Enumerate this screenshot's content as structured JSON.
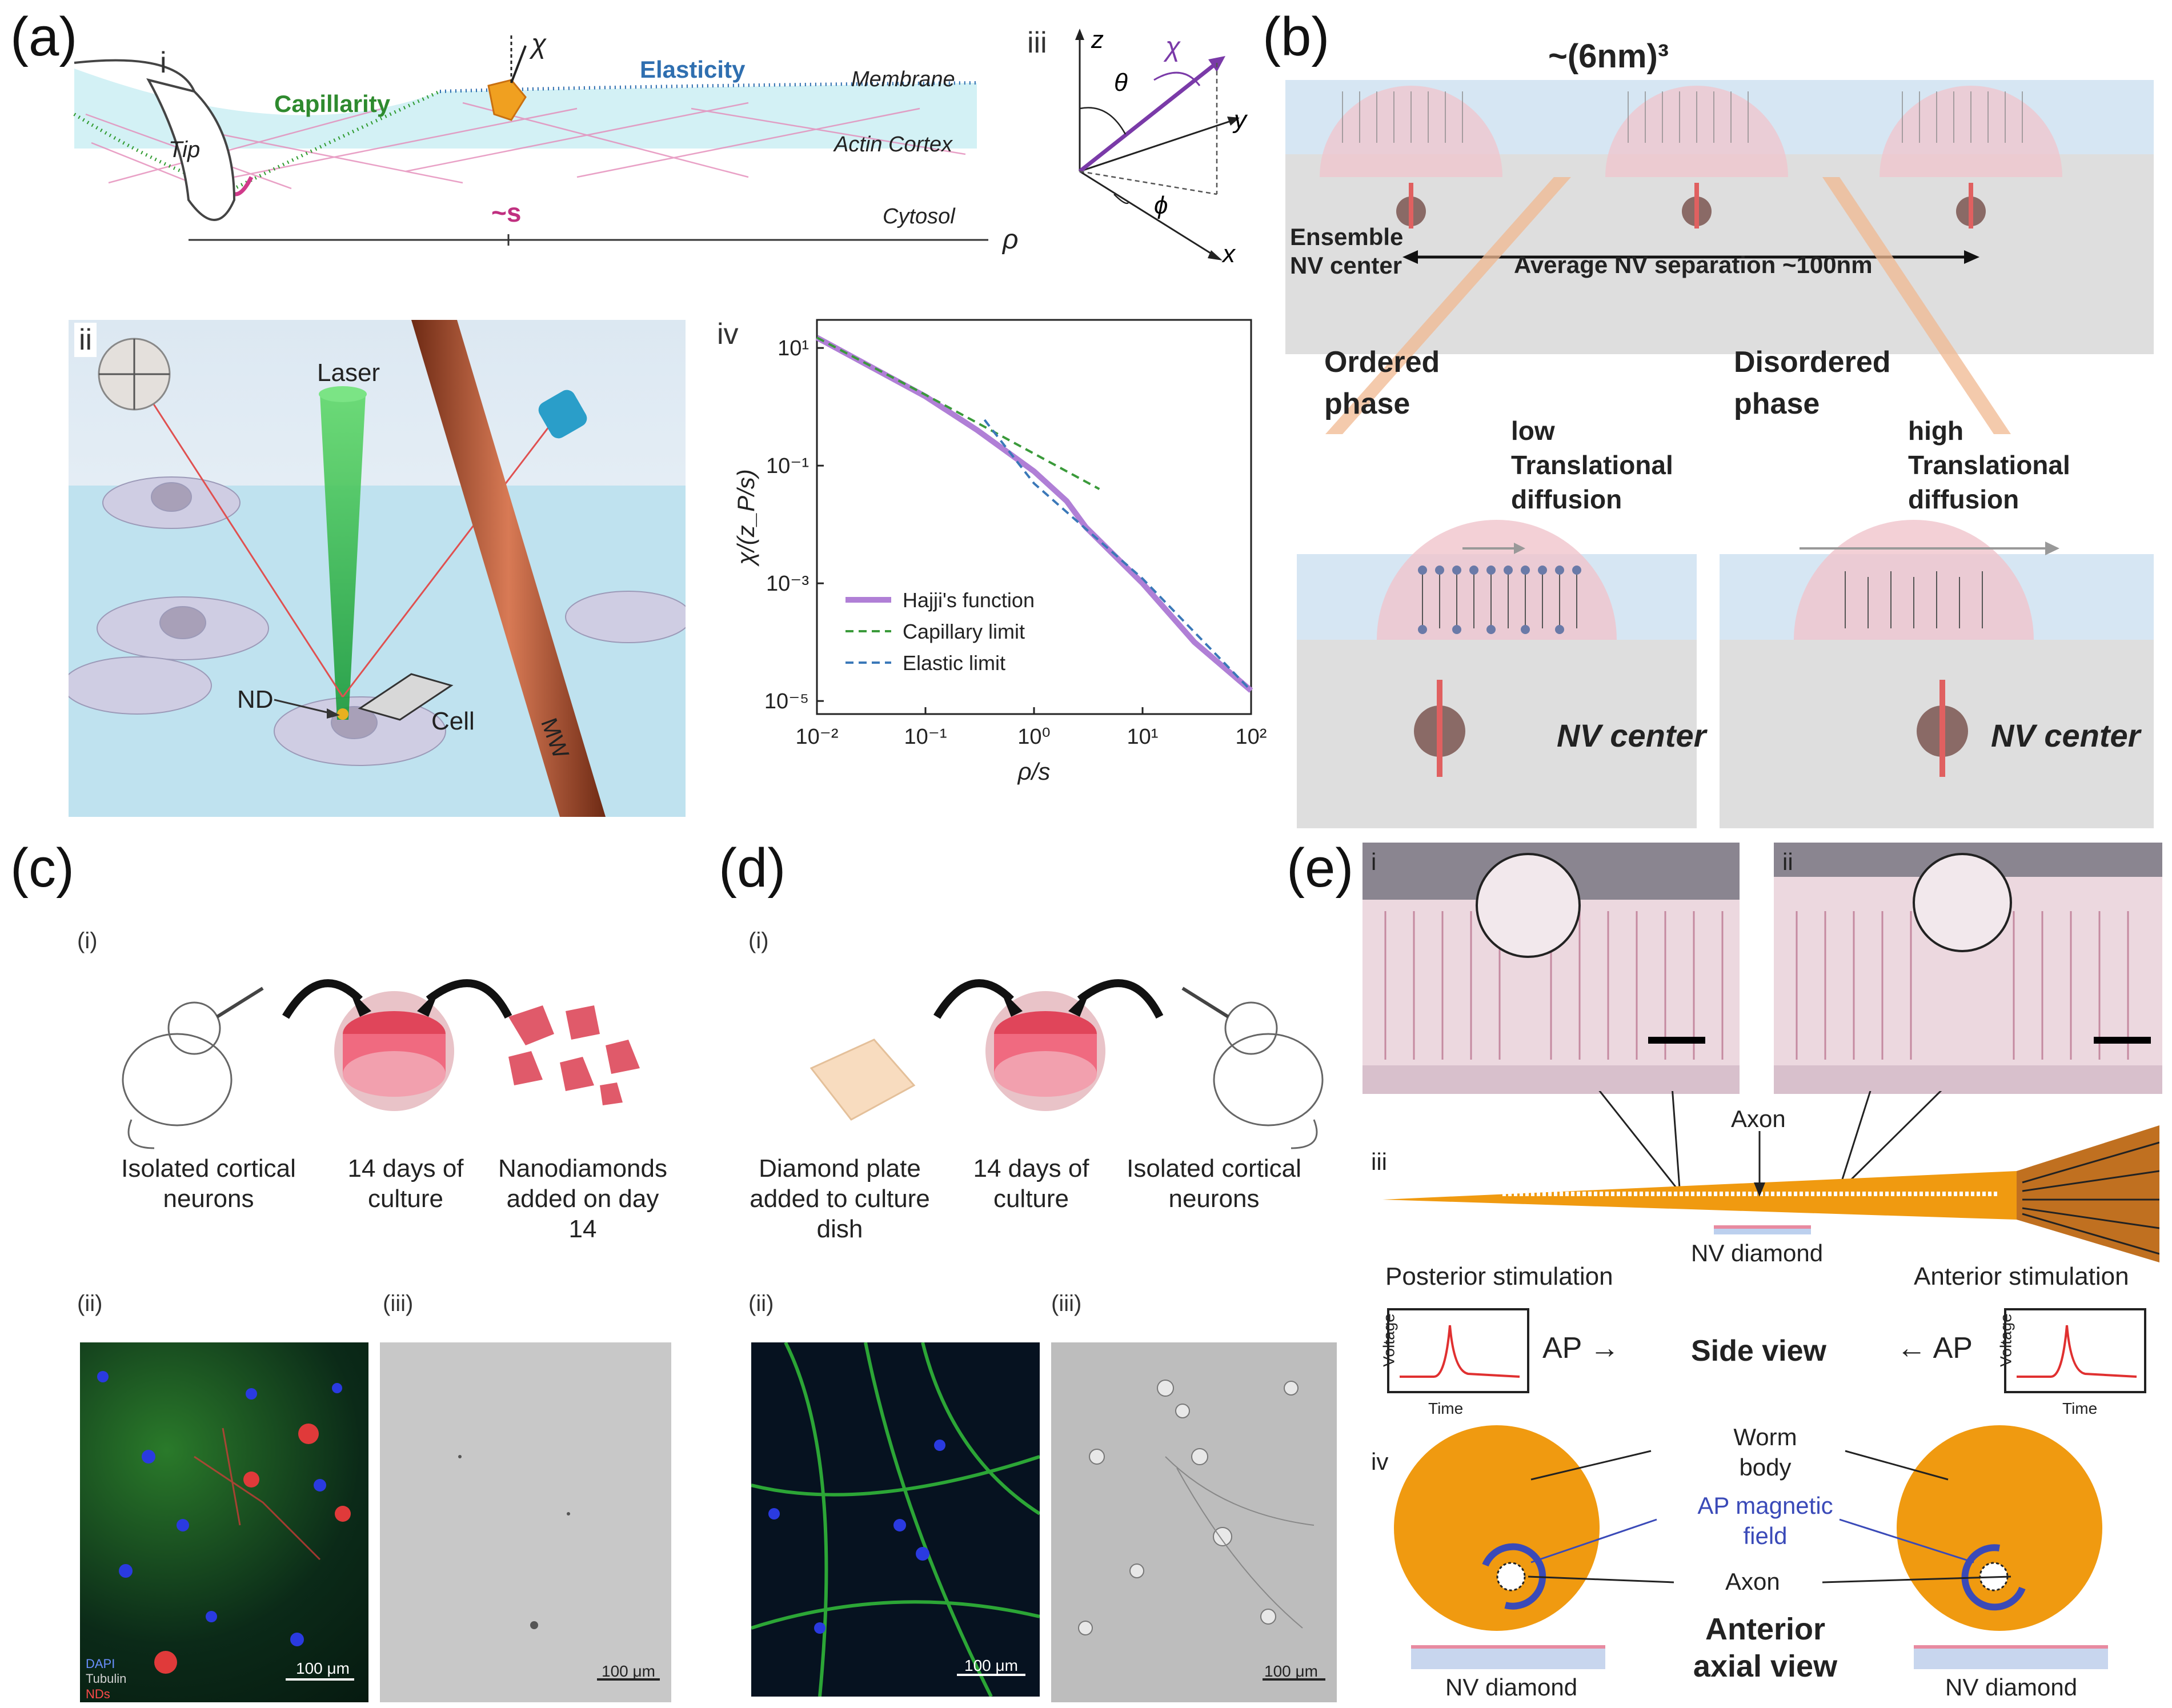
{
  "panel_a": {
    "label": "(a)",
    "i": {
      "tag": "i",
      "tip": "Tip",
      "capillarity": "Capillarity",
      "elasticity": "Elasticity",
      "membrane": "Membrane",
      "actin": "Actin Cortex",
      "cytosol": "Cytosol",
      "s": "~s",
      "chi": "χ",
      "rho": "ρ"
    },
    "ii": {
      "tag": "ii",
      "laser": "Laser",
      "nd": "ND",
      "cell": "Cell",
      "mw": "MW"
    },
    "iii": {
      "tag": "iii",
      "z": "z",
      "y": "y",
      "x": "x",
      "theta": "θ",
      "phi": "ϕ",
      "chi": "χ"
    },
    "iv": {
      "tag": "iv"
    }
  },
  "chart_data": {
    "type": "line",
    "xlabel": "ρ/s",
    "ylabel": "χ/(z_P/s)",
    "xscale": "log",
    "yscale": "log",
    "xlim": [
      0.01,
      100
    ],
    "ylim": [
      6e-06,
      30
    ],
    "xticks": [
      "10⁻²",
      "10⁻¹",
      "10⁰",
      "10¹",
      "10²"
    ],
    "yticks": [
      "10¹",
      "10⁻¹",
      "10⁻³",
      "10⁻⁵"
    ],
    "legend_position": "lower-left",
    "series": [
      {
        "name": "Hajji's function",
        "color": "#b07fd6",
        "style": "solid",
        "x": [
          0.01,
          0.03,
          0.1,
          0.3,
          1,
          2,
          3,
          10,
          30,
          100
        ],
        "y": [
          15,
          5,
          1.5,
          0.4,
          0.08,
          0.025,
          0.009,
          0.001,
          0.0001,
          1.5e-05
        ]
      },
      {
        "name": "Capillary limit",
        "color": "#3a9a3a",
        "style": "dashed",
        "x": [
          0.01,
          0.1,
          1,
          4
        ],
        "y": [
          15,
          1.6,
          0.16,
          0.04
        ]
      },
      {
        "name": "Elastic limit",
        "color": "#3a78b8",
        "style": "dashed",
        "x": [
          0.35,
          1,
          10,
          100
        ],
        "y": [
          0.6,
          0.05,
          0.0012,
          1.5e-05
        ]
      }
    ]
  },
  "panel_b": {
    "label": "(b)",
    "volume": "~(6nm)³",
    "ensemble": "Ensemble",
    "nv_center_short": "NV center",
    "separation": "Average NV separation ~100nm",
    "ordered": "Ordered",
    "disordered": "Disordered",
    "phase": "phase",
    "low": "low",
    "high": "high",
    "translational": "Translational",
    "diffusion": "diffusion",
    "nv_center": "NV center"
  },
  "panel_c": {
    "label": "(c)",
    "i": "(i)",
    "ii": "(ii)",
    "iii": "(iii)",
    "cap1": "Isolated cortical neurons",
    "cap2": "14 days of culture",
    "cap3": "Nanodiamonds added on day 14",
    "legend": [
      "DAPI",
      "Tubulin",
      "NDs"
    ],
    "scale": "100 μm"
  },
  "panel_d": {
    "label": "(d)",
    "i": "(i)",
    "ii": "(ii)",
    "iii": "(iii)",
    "cap1": "Diamond plate added to culture dish",
    "cap2": "14 days of culture",
    "cap3": "Isolated cortical neurons",
    "scale": "100 μm"
  },
  "panel_e": {
    "label": "(e)",
    "i": "i",
    "ii": "ii",
    "iii": "iii",
    "iv": "iv",
    "axon": "Axon",
    "nv_diamond": "NV diamond",
    "posterior": "Posterior stimulation",
    "anterior": "Anterior stimulation",
    "ap_right": "AP →",
    "ap_left": "← AP",
    "side_view": "Side view",
    "voltage": "Voltage",
    "time": "Time",
    "worm": "Worm",
    "body": "body",
    "ap_magnetic": "AP magnetic",
    "field": "field",
    "anterior_axial": "Anterior",
    "axial_view": "axial view"
  }
}
